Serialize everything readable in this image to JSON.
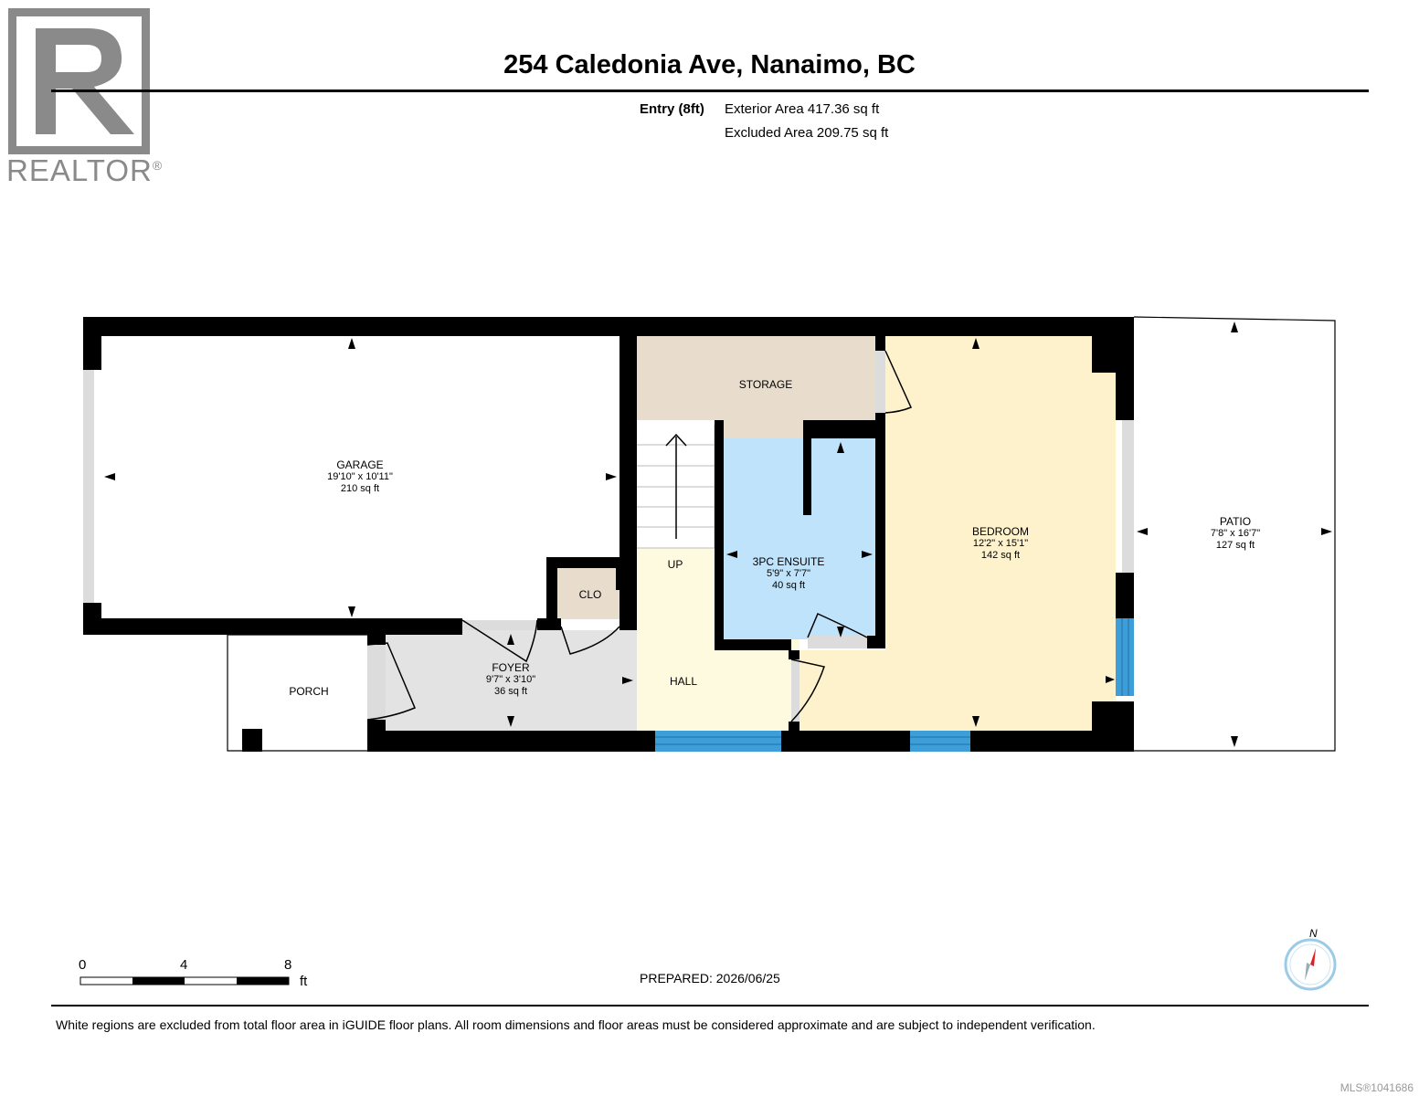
{
  "header": {
    "title": "254 Caledonia Ave, Nanaimo, BC",
    "entry_label": "Entry (8ft)",
    "exterior_area": "Exterior Area 417.36 sq ft",
    "excluded_area": "Excluded Area 209.75 sq ft"
  },
  "logo": {
    "text": "REALTOR",
    "mark": "®",
    "icon": "realtor-r-logo"
  },
  "rooms": {
    "garage": {
      "name": "GARAGE",
      "dims": "19'10\" x 10'11\"",
      "area": "210 sq ft"
    },
    "storage": {
      "name": "STORAGE"
    },
    "ensuite": {
      "name": "3PC ENSUITE",
      "dims": "5'9\" x 7'7\"",
      "area": "40 sq ft"
    },
    "bedroom": {
      "name": "BEDROOM",
      "dims": "12'2\" x 15'1\"",
      "area": "142 sq ft"
    },
    "patio": {
      "name": "PATIO",
      "dims": "7'8\" x 16'7\"",
      "area": "127 sq ft"
    },
    "clo": {
      "name": "CLO"
    },
    "up": {
      "name": "UP"
    },
    "foyer": {
      "name": "FOYER",
      "dims": "9'7\" x 3'10\"",
      "area": "36 sq ft"
    },
    "porch": {
      "name": "PORCH"
    },
    "hall": {
      "name": "HALL"
    }
  },
  "colors": {
    "wall": "#000000",
    "storage": "#e8ddcc",
    "ensuite": "#bfe3fb",
    "bedroom": "#fdf2cc",
    "hall": "#fefae0",
    "foyer": "#e3e3e3",
    "clo": "#e8ddcc",
    "window": "#3e9fd8"
  },
  "scale": {
    "ticks": [
      "0",
      "4",
      "8"
    ],
    "unit": "ft"
  },
  "prepared": "PREPARED: 2026/06/25",
  "compass": {
    "label": "N",
    "icon": "compass-icon"
  },
  "disclaimer": "White regions are excluded from total floor area in iGUIDE floor plans. All room dimensions and floor areas must be considered approximate and are subject to independent verification.",
  "mls": "MLS®1041686"
}
